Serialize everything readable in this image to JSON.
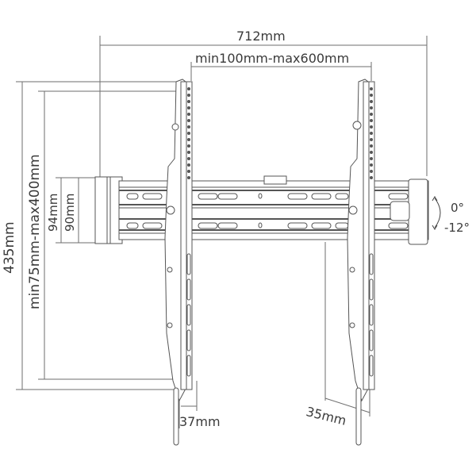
{
  "diagram": {
    "subject": "Tilting TV wall mount dimension drawing",
    "colors": {
      "line": "#5a5a5a",
      "dim_line": "#6e6e6e",
      "text": "#3a3a3a",
      "background": "#ffffff"
    },
    "dimensions": {
      "overall_width": "712mm",
      "vesa_width": "min100mm-max600mm",
      "overall_height": "435mm",
      "vesa_height": "min75mm-max400mm",
      "plate_height_outer": "94mm",
      "plate_height_inner": "90mm",
      "arm_depth_left": "37mm",
      "arm_depth_right": "35mm"
    },
    "tilt": {
      "max": "0°",
      "min": "-12°"
    }
  }
}
